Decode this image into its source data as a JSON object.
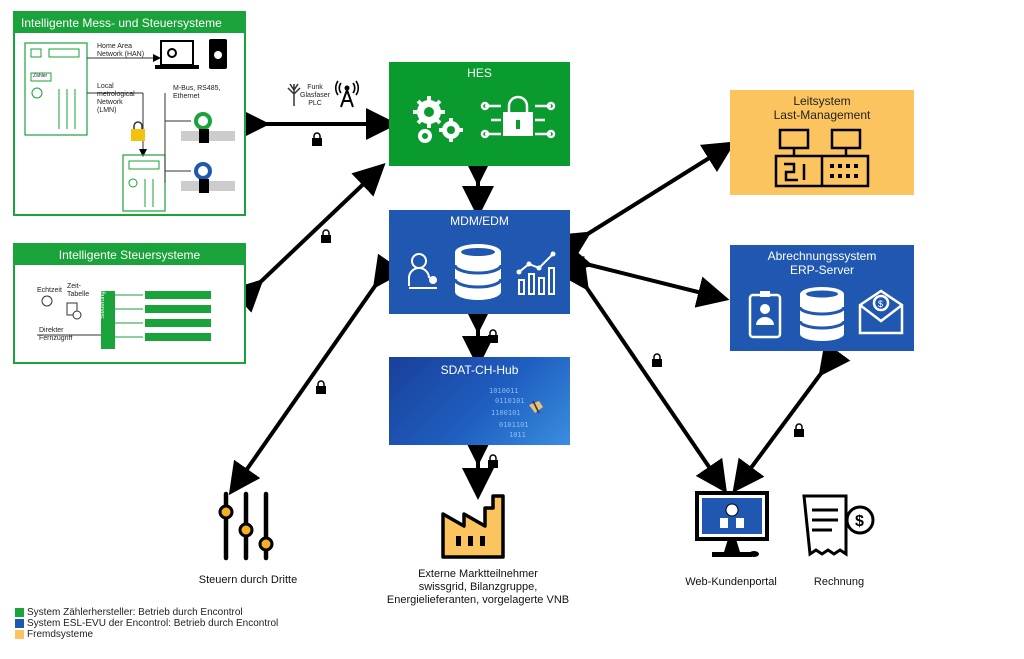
{
  "colors": {
    "green": "#0a9b2e",
    "blue": "#2057b0",
    "orange": "#fcc45e",
    "legend_green": "#1aa33a",
    "legend_blue": "#2057b0",
    "legend_orange": "#fcc45e"
  },
  "panel_mess": {
    "title": "Intelligente Mess- und Steuersysteme",
    "han": "Home Area Network (HAN)",
    "lmn": "Local metrological Network (LMN)",
    "mbus": "M-Bus, RS485, Ethernet",
    "meter_label": "Zähler"
  },
  "panel_steuer": {
    "title": "Intelligente Steuersysteme",
    "echtzeit": "Echtzeit",
    "zeittabelle": "Zeit-Tabelle",
    "direkter": "Direkter Fernzugriff",
    "steuerung": "Steuerung"
  },
  "link": {
    "funk": "Funk",
    "glasfaser": "Glasfaser",
    "plc": "PLC"
  },
  "hes": {
    "title": "HES"
  },
  "mdm": {
    "title": "MDM/EDM"
  },
  "sdat": {
    "title": "SDAT-CH-Hub"
  },
  "leitsystem": {
    "title_line1": "Leitsystem",
    "title_line2": "Last-Management"
  },
  "abrechnung": {
    "title_line1": "Abrechnungssystem",
    "title_line2": "ERP-Server"
  },
  "bottom": {
    "steuern": "Steuern durch Dritte",
    "externe_line1": "Externe Marktteilnehmer",
    "externe_line2": "swissgrid, Bilanzgruppe,",
    "externe_line3": "Energielieferanten, vorgelagerte VNB",
    "web": "Web-Kundenportal",
    "rechnung": "Rechnung"
  },
  "legend": [
    {
      "label": "System Zählerhersteller: Betrieb durch Encontrol",
      "color": "#1aa33a"
    },
    {
      "label": "System ESL-EVU der Encontrol: Betrieb durch Encontrol",
      "color": "#2057b0"
    },
    {
      "label": "Fremdsysteme",
      "color": "#fcc45e"
    }
  ]
}
